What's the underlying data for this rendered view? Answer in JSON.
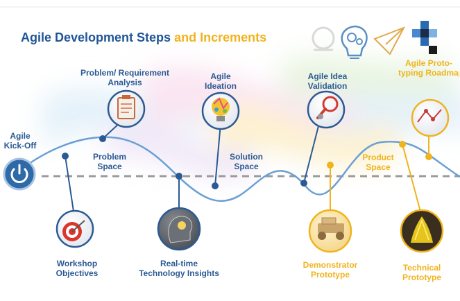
{
  "title": {
    "part1": "Agile Development Steps",
    "part2": "and Increments"
  },
  "colors": {
    "blue": "#2b5a93",
    "gold": "#f0b31e",
    "curve": "#6aa0d4",
    "dash": "#9b9b9b"
  },
  "labels": {
    "kickoff": [
      "Agile",
      "Kick-Off"
    ],
    "workshop": [
      "Workshop",
      "Objectives"
    ],
    "problem_analysis": [
      "Problem/ Requirement",
      "Analysis"
    ],
    "problem_space": [
      "Problem",
      "Space"
    ],
    "realtime": [
      "Real-time",
      "Technology Insights"
    ],
    "ideation": [
      "Agile",
      "Ideation"
    ],
    "solution_space": [
      "Solution",
      "Space"
    ],
    "validation": [
      "Agile Idea",
      "Validation"
    ],
    "demonstrator": [
      "Demonstrator",
      "Prototype"
    ],
    "product_space": [
      "Product",
      "Space"
    ],
    "technical": [
      "Technical",
      "Prototype"
    ],
    "roadmap": [
      "Agile Proto-",
      "typing Roadmap"
    ]
  },
  "icons": {
    "kickoff": "power-icon",
    "workshop": "target-icon",
    "problem_analysis": "clipboard-icon",
    "realtime": "lightbulb-head-icon",
    "ideation": "colorful-lightbulb-icon",
    "validation": "magnifier-icon",
    "demonstrator": "jeep-model-icon",
    "technical": "3d-printer-icon",
    "roadmap": "roadmap-icon",
    "header_loop": "loop-icon",
    "header_bulb": "gear-bulb-icon",
    "header_plane": "paper-plane-icon",
    "header_logo": "pixel-logo-icon"
  }
}
